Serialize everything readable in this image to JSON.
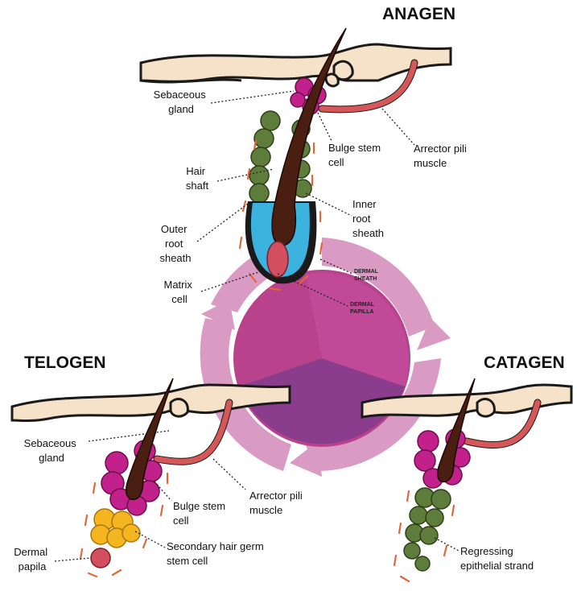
{
  "stages": {
    "anagen": "ANAGEN",
    "telogen": "TELOGEN",
    "catagen": "CATAGEN"
  },
  "anagen_labels": {
    "sebaceous_gland": [
      "Sebaceous",
      "gland"
    ],
    "hair_shaft": [
      "Hair",
      "shaft"
    ],
    "outer_root_sheath": [
      "Outer",
      "root",
      "sheath"
    ],
    "matrix_cell": [
      "Matrix",
      "cell"
    ],
    "bulge_stem_cell": [
      "Bulge stem",
      "cell"
    ],
    "arrector_pili": [
      "Arrector pili",
      "muscle"
    ],
    "inner_root_sheath": [
      "Inner",
      "root",
      "sheath"
    ],
    "dermal_sheath": [
      "DERMAL",
      "SHEATH"
    ],
    "dermal_papilla": [
      "DERMAL",
      "PAPILLA"
    ]
  },
  "telogen_labels": {
    "sebaceous_gland": [
      "Sebaceous",
      "gland"
    ],
    "bulge_stem_cell": [
      "Bulge stem",
      "cell"
    ],
    "arrector_pili": [
      "Arrector pili",
      "muscle"
    ],
    "secondary_germ": [
      "Secondary hair germ",
      "stem cell"
    ],
    "dermal_papila": [
      "Dermal",
      "papila"
    ]
  },
  "catagen_labels": {
    "regressing_strand": [
      "Regressing",
      "epithelial strand"
    ]
  },
  "colors": {
    "cycle_ring": "#d99ac4",
    "cycle_center": "#b8428c",
    "cycle_center_dark": "#8a3d8c",
    "sebaceous": "#c2208a",
    "outer_root_sheath": "#5e7d3a",
    "inner_root_sheath": "#3bb3de",
    "dermal_papilla": "#d34f5f",
    "secondary_germ": "#f4b520",
    "muscle": "#d65757",
    "skin": "#f6e2c8",
    "hair": "#4a1f12"
  }
}
